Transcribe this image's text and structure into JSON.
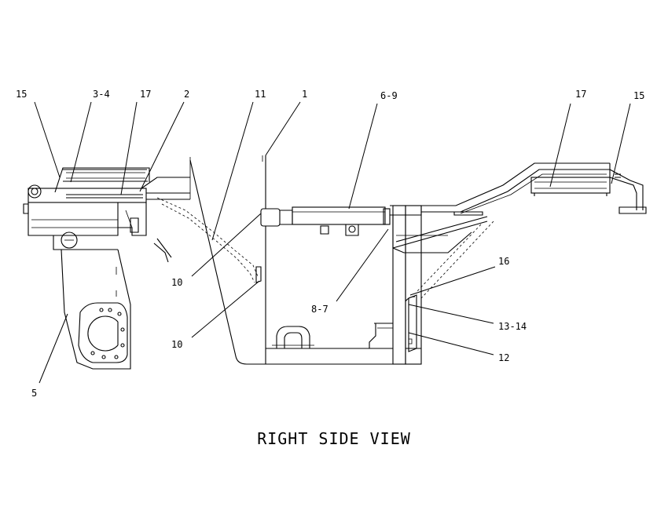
{
  "caption": "RIGHT SIDE VIEW",
  "callouts": {
    "c15_left": "15",
    "c3_4": "3-4",
    "c17_left": "17",
    "c2": "2",
    "c11": "11",
    "c1": "1",
    "c6_9": "6-9",
    "c17_right": "17",
    "c15_right": "15",
    "c10_upper": "10",
    "c10_lower": "10",
    "c8_7": "8-7",
    "c16": "16",
    "c13_14": "13-14",
    "c12": "12",
    "c5": "5"
  }
}
